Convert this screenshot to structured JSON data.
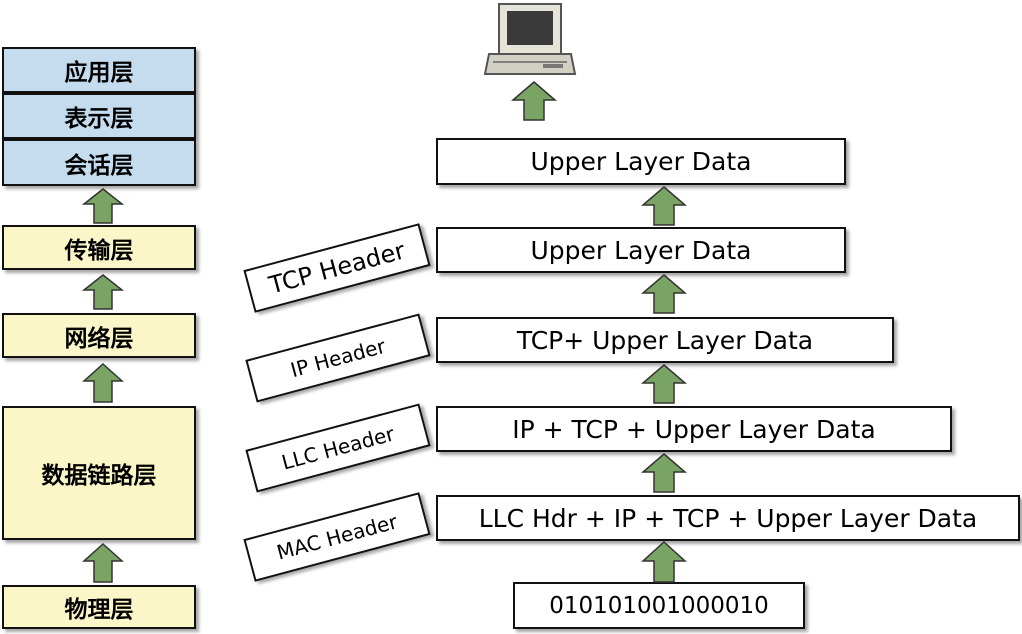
{
  "osi_layers": [
    {
      "label": "应用层"
    },
    {
      "label": "表示层"
    },
    {
      "label": "会话层"
    },
    {
      "label": "传输层"
    },
    {
      "label": "网络层"
    },
    {
      "label": "数据链路层"
    },
    {
      "label": "物理层"
    }
  ],
  "data_units": [
    {
      "label": "Upper Layer Data"
    },
    {
      "label": "Upper Layer Data"
    },
    {
      "label": "TCP+ Upper Layer Data"
    },
    {
      "label": "IP + TCP + Upper Layer Data"
    },
    {
      "label": "LLC Hdr + IP + TCP + Upper Layer Data"
    },
    {
      "label": "010101001000010"
    }
  ],
  "headers": [
    {
      "label": "TCP Header"
    },
    {
      "label": "IP Header"
    },
    {
      "label": "LLC Header"
    },
    {
      "label": "MAC Header"
    }
  ],
  "colors": {
    "arrow_fill": "#79a463",
    "session_fill": "#c5dcef",
    "lower_fill": "#fbf6c8"
  }
}
